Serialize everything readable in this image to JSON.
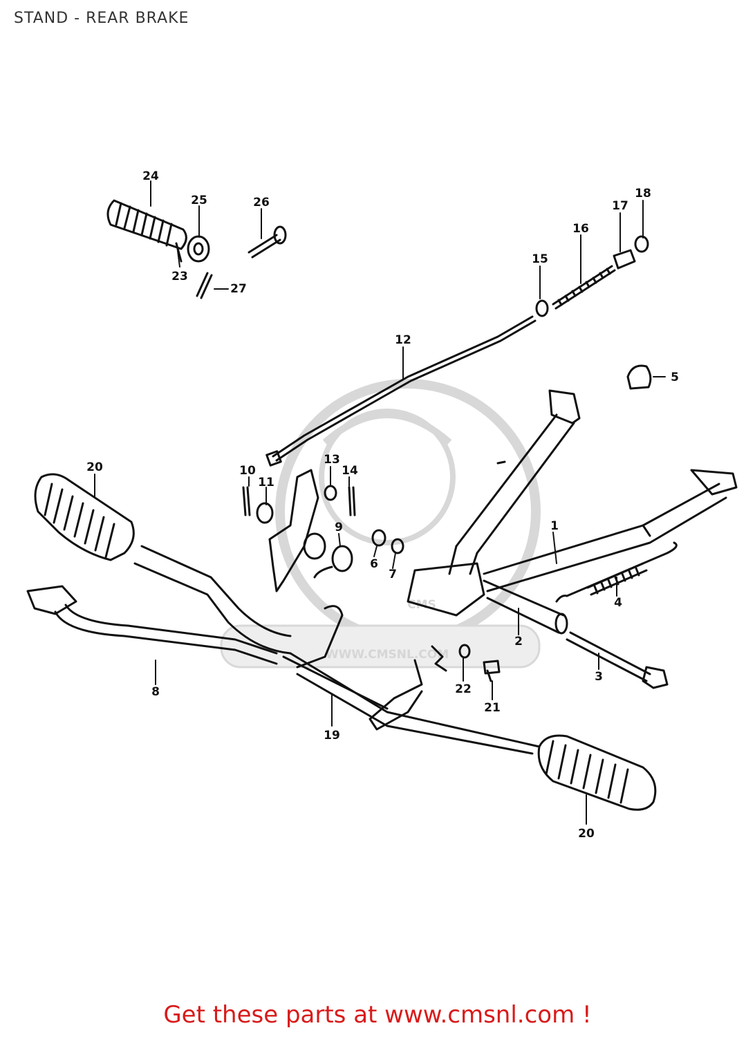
{
  "title": "STAND - REAR BRAKE",
  "footer": "Get these parts at www.cmsnl.com !",
  "watermark": {
    "logo": "CMS",
    "url": "WWW.CMSNL.COM"
  },
  "colors": {
    "footer": "#d91a1a",
    "line": "#111111",
    "watermark": "#d8d8d8"
  },
  "callouts": {
    "p1": "1",
    "p2": "2",
    "p3": "3",
    "p4": "4",
    "p5": "5",
    "p6": "6",
    "p7": "7",
    "p8": "8",
    "p9": "9",
    "p10": "10",
    "p11": "11",
    "p12": "12",
    "p13": "13",
    "p14": "14",
    "p15": "15",
    "p16": "16",
    "p17": "17",
    "p18": "18",
    "p19": "19",
    "p20": "20",
    "p21": "21",
    "p22": "22",
    "p23": "23",
    "p24": "24",
    "p25": "25",
    "p26": "26",
    "p27": "27"
  }
}
